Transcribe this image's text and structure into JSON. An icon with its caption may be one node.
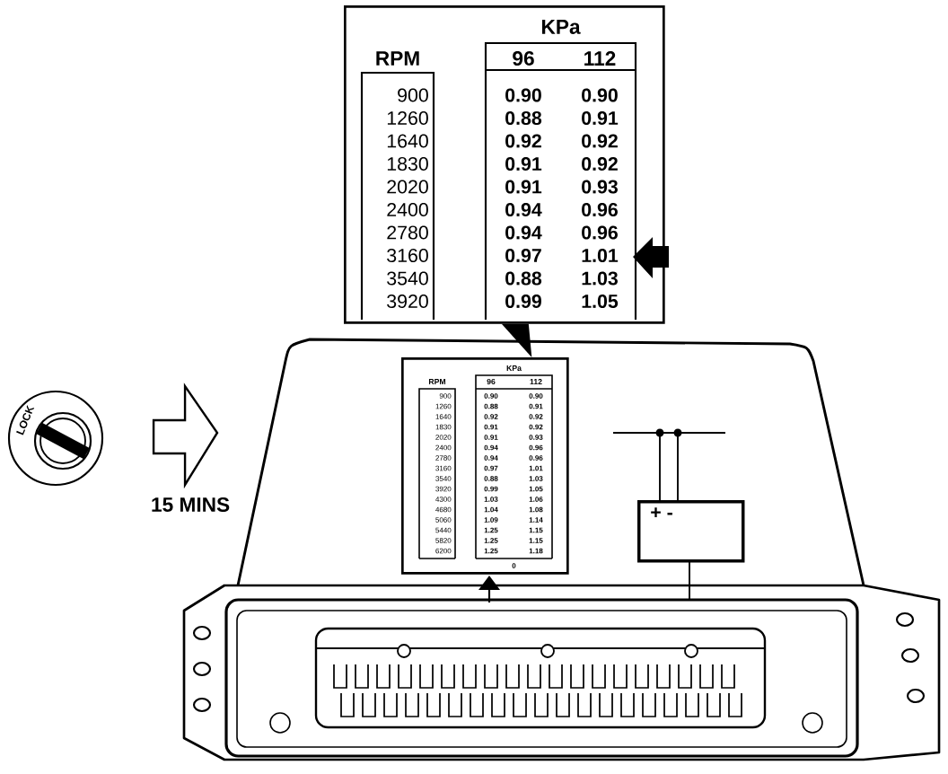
{
  "diagram": {
    "nodes": [
      {
        "text": [
          "LOCK"
        ]
      },
      {
        "text": [],
        "shape": "picture"
      },
      {
        "text": [
          "KPa",
          "RPM",
          "96",
          "112",
          "900",
          "0.90",
          "0.90",
          "1260",
          "0.88",
          "0.91",
          "1640",
          "0.92",
          "0.92",
          "1830",
          "0.91",
          "0.92",
          "2020",
          "0.91",
          "0.93",
          "2400",
          "0.94",
          "0.96",
          "2780",
          "0.94",
          "0.96",
          "3160",
          "0.97",
          "1.01",
          "3540",
          "0.88",
          "1.03",
          "3920",
          "0.99",
          "1.05"
        ]
      },
      {
        "text": [
          "KPa",
          "RPM",
          "96",
          "112",
          "900",
          "0.90",
          "0.90",
          "1260",
          "0.88",
          "0.91",
          "1640",
          "0.92",
          "0.92",
          "1830",
          "0.91",
          "0.92",
          "2020",
          "0.91",
          "0.93",
          "2400",
          "0.94",
          "0.96",
          "2780",
          "0.94",
          "0.96",
          "3160",
          "0.97",
          "1.01",
          "3540",
          "0.88",
          "1.03",
          "3920",
          "0.99",
          "1.05",
          "4300",
          "1.03",
          "1.06",
          "4680",
          "1.04",
          "1.08",
          "5060",
          "1.09",
          "1.14",
          "5440",
          "1.25",
          "1.15",
          "5820",
          "1.25",
          "1.15",
          "6200",
          "1.25",
          "1.18",
          "0"
        ],
        "in": 1
      },
      {
        "text": [
          "+ -"
        ],
        "in": 1
      }
    ],
    "edges": [
      {
        "from": 0,
        "to": 1,
        "arrow": "to",
        "label": "15 MINS"
      },
      {
        "from": 2,
        "to": 3,
        "arrow": "to"
      }
    ]
  }
}
